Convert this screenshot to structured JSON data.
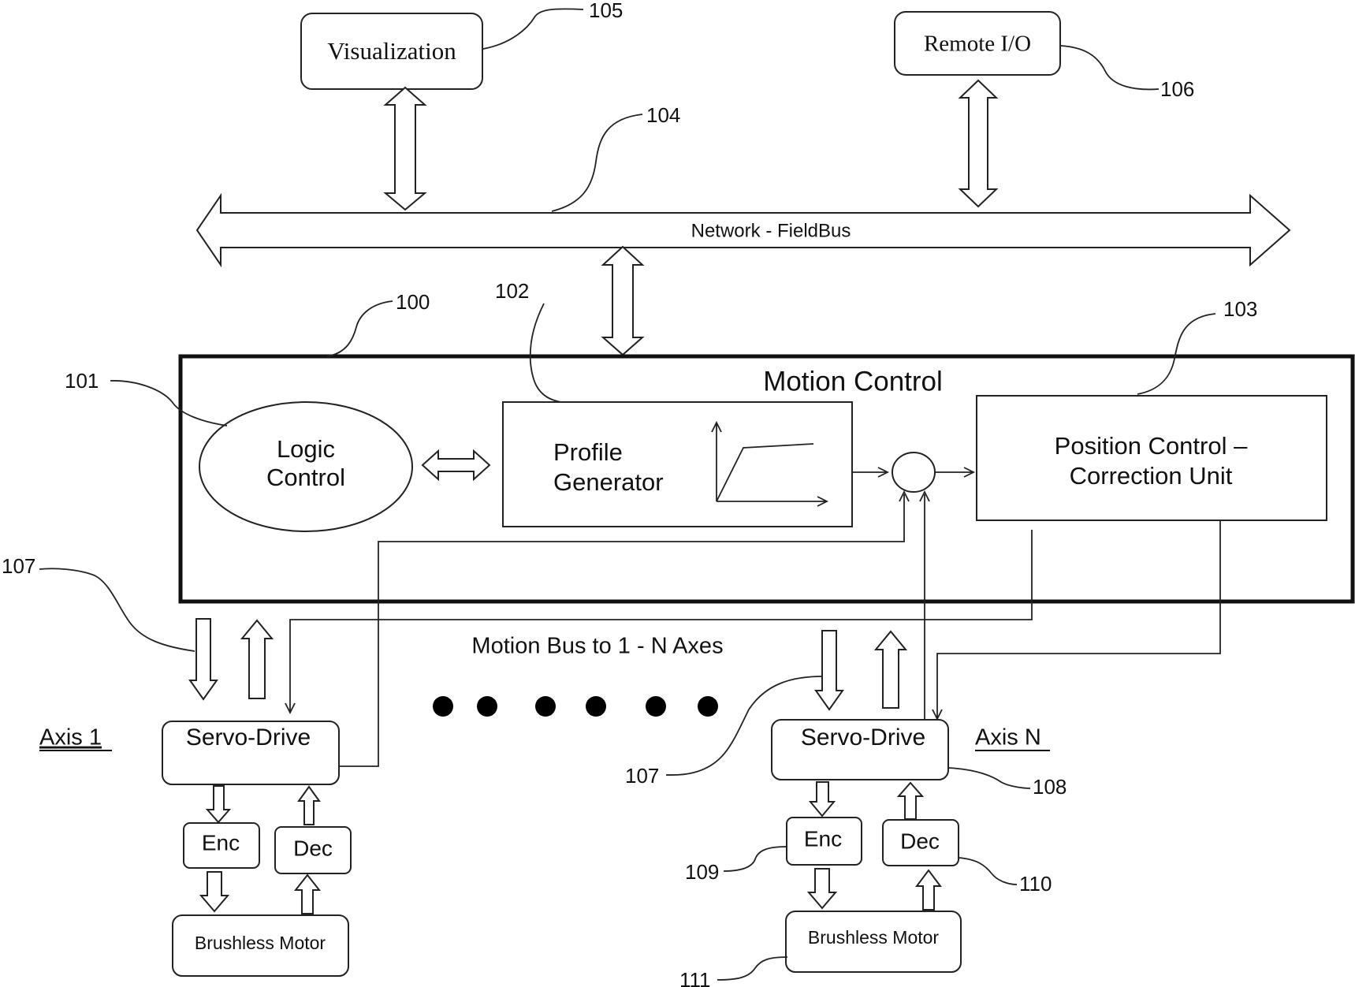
{
  "diagram": {
    "nodes": {
      "visualization": "Visualization",
      "remote_io": "Remote I/O",
      "network": "Network - FieldBus",
      "motion_control": "Motion Control",
      "logic_control_line1": "Logic",
      "logic_control_line2": "Control",
      "profile_generator_line1": "Profile",
      "profile_generator_line2": "Generator",
      "position_control_line1": "Position Control –",
      "position_control_line2": "Correction Unit",
      "motion_bus": "Motion Bus to 1 - N Axes",
      "axis_1": "Axis 1",
      "axis_n": "Axis N",
      "servo_drive_1": "Servo-Drive",
      "servo_drive_n": "Servo-Drive",
      "enc_1": "Enc",
      "dec_1": "Dec",
      "enc_n": "Enc",
      "dec_n": "Dec",
      "motor_1": "Brushless Motor",
      "motor_n": "Brushless Motor"
    },
    "reference_numerals": {
      "r100": "100",
      "r101": "101",
      "r102": "102",
      "r103": "103",
      "r104": "104",
      "r105": "105",
      "r106": "106",
      "r107a": "107",
      "r107b": "107",
      "r108": "108",
      "r109": "109",
      "r110": "110",
      "r111": "111"
    },
    "ellipsis_dot_count": 6
  }
}
